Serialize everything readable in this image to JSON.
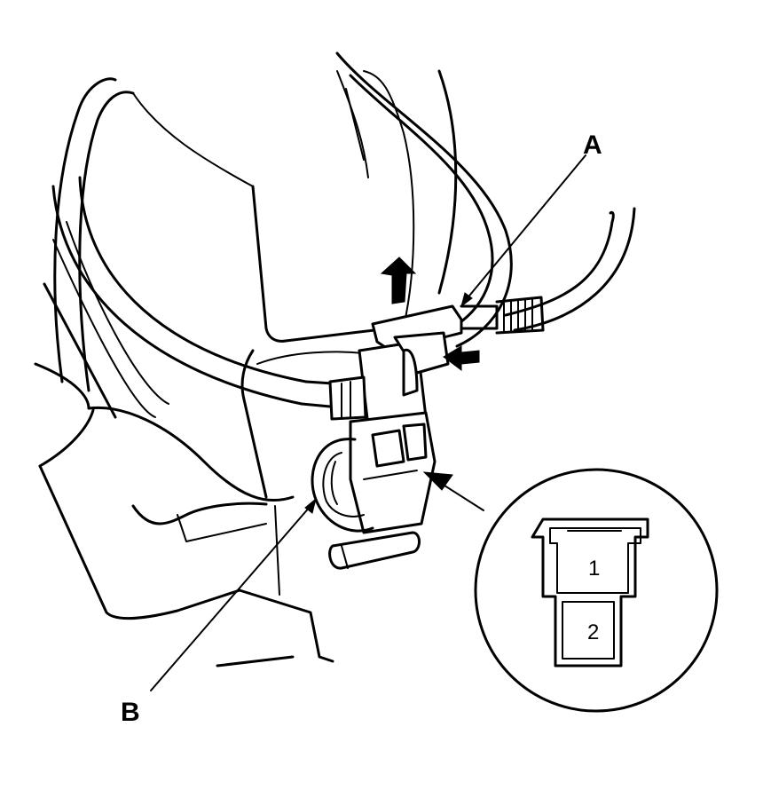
{
  "callouts": {
    "a": "A",
    "b": "B"
  },
  "connector_pins": {
    "pin1": "1",
    "pin2": "2"
  },
  "colors": {
    "ink": "#000000",
    "paper": "#ffffff"
  }
}
